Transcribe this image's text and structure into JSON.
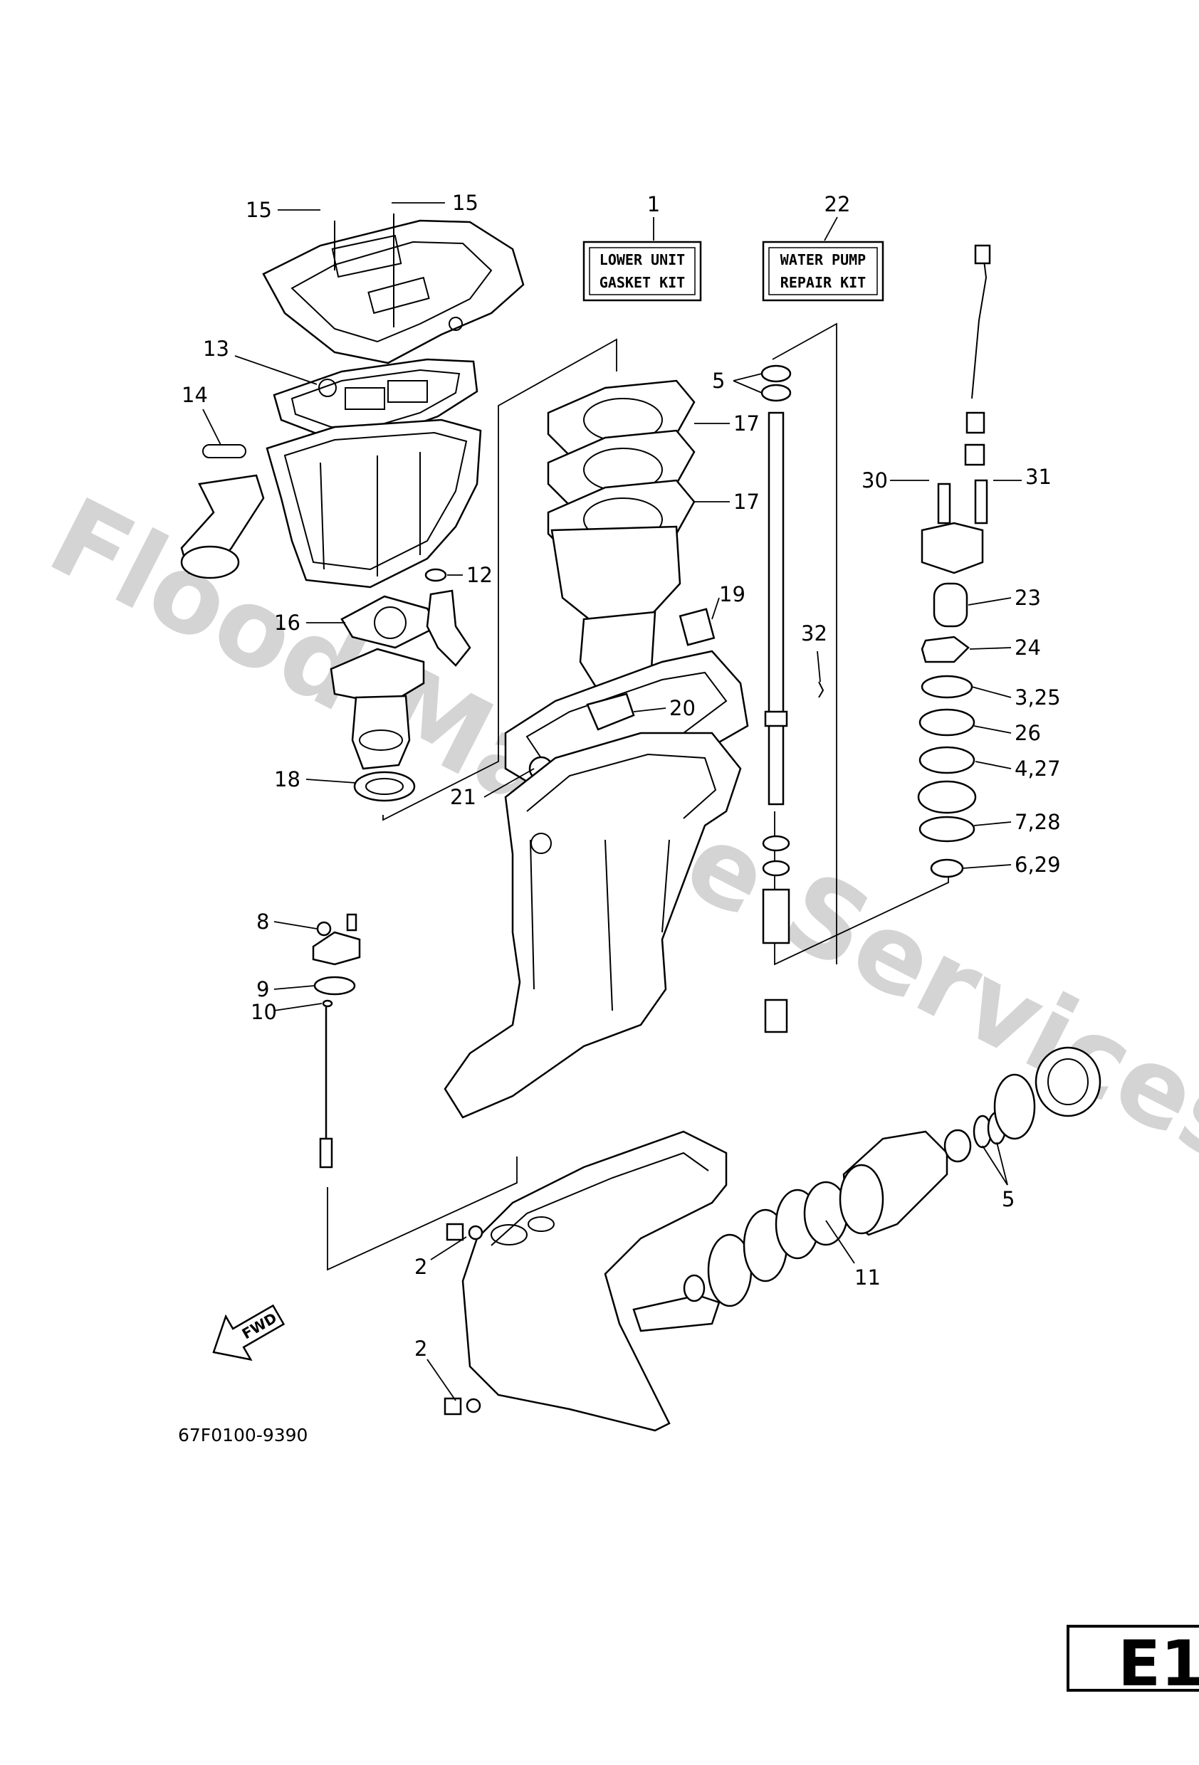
{
  "watermark": "Flood Marine Services",
  "kits": {
    "lower_unit": {
      "number": "1",
      "line1": "LOWER UNIT",
      "line2": "GASKET KIT"
    },
    "water_pump": {
      "number": "22",
      "line1": "WATER PUMP",
      "line2": "REPAIR KIT"
    }
  },
  "callouts": {
    "c15a": "15",
    "c15b": "15",
    "c13": "13",
    "c14": "14",
    "c12": "12",
    "c16": "16",
    "c18": "18",
    "c17a": "17",
    "c17b": "17",
    "c19": "19",
    "c20": "20",
    "c21": "21",
    "c5a": "5",
    "c32": "32",
    "c30": "30",
    "c31": "31",
    "c23": "23",
    "c24": "24",
    "c3_25": "3,25",
    "c26": "26",
    "c4_27": "4,27",
    "c7_28": "7,28",
    "c6_29": "6,29",
    "c8": "8",
    "c9": "9",
    "c10": "10",
    "c2a": "2",
    "c2b": "2",
    "c11": "11",
    "c5b": "5"
  },
  "direction_label": "FWD",
  "part_number": "67F0100-9390",
  "page_code": "E1",
  "icons": [
    "fwd-arrow-icon"
  ]
}
